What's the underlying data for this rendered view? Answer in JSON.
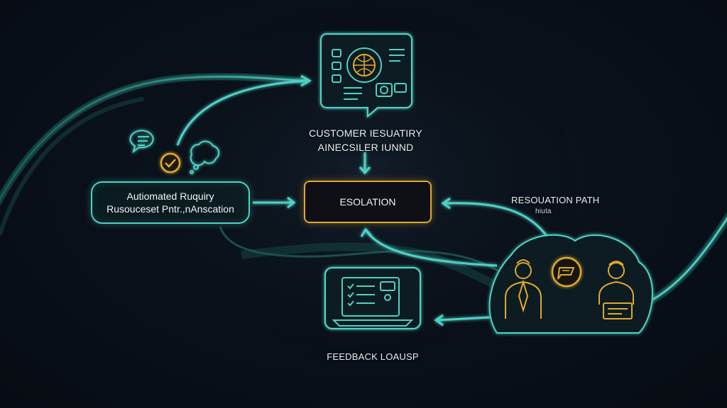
{
  "nodes": {
    "customer_inquiry": {
      "line1": "CUSTOMER IESUATIRY",
      "line2": "AINECSILER IUNND"
    },
    "automated_inquiry": {
      "line1": "Autiomated Ruquiry",
      "line2": "Rusouceset Pntr.,nAnscation"
    },
    "escalation": {
      "label": "ESOLATION"
    },
    "resolution_path": {
      "title": "RESOUATION PATH",
      "sub": "hiuta"
    },
    "feedback_loop": {
      "label": "FEEDBACK LOAUSP"
    }
  },
  "colors": {
    "teal": "#4fd1c5",
    "gold": "#e0a82e",
    "background": "#0a111b"
  },
  "icons": [
    "dashboard-globe-icon",
    "chat-bubble-icon",
    "checkmark-icon",
    "thought-bubble-icon",
    "laptop-checklist-icon",
    "agent-person-icon",
    "chat-bubble-gold-icon",
    "agent-person-desk-icon"
  ]
}
